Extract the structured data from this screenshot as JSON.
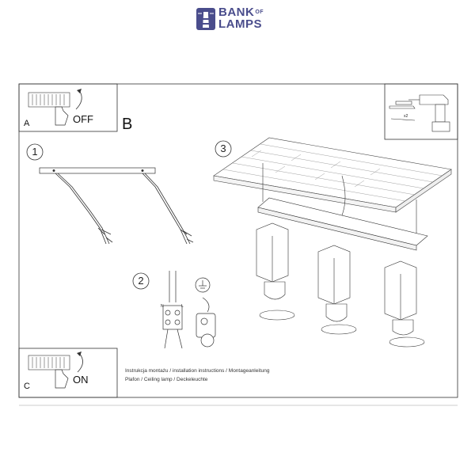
{
  "brand": {
    "line1": "BANK",
    "of": "OF",
    "line2": "LAMPS",
    "color": "#4a4d8c"
  },
  "panels": {
    "a_letter": "A",
    "a_state": "OFF",
    "b_letter": "B",
    "c_letter": "C",
    "c_state": "ON"
  },
  "steps": {
    "step1": "1",
    "step2": "2",
    "step3": "3"
  },
  "terminal": {
    "n": "N",
    "l": "L"
  },
  "hardware": {
    "screw_count": "x2"
  },
  "captions": {
    "line1": "Instrukcja montażu / installation instructions / Montageanleitung",
    "line2": "Plafon / Ceiling lamp / Deckeleuchte"
  },
  "icons": [
    "lighthouse-icon",
    "breaker-icon",
    "hand-icon",
    "rotate-arrow-icon",
    "drill-icon",
    "screw-icon",
    "anchor-icon",
    "wire-icon",
    "terminal-block-icon",
    "ground-icon",
    "lamp-bulb-icon"
  ]
}
